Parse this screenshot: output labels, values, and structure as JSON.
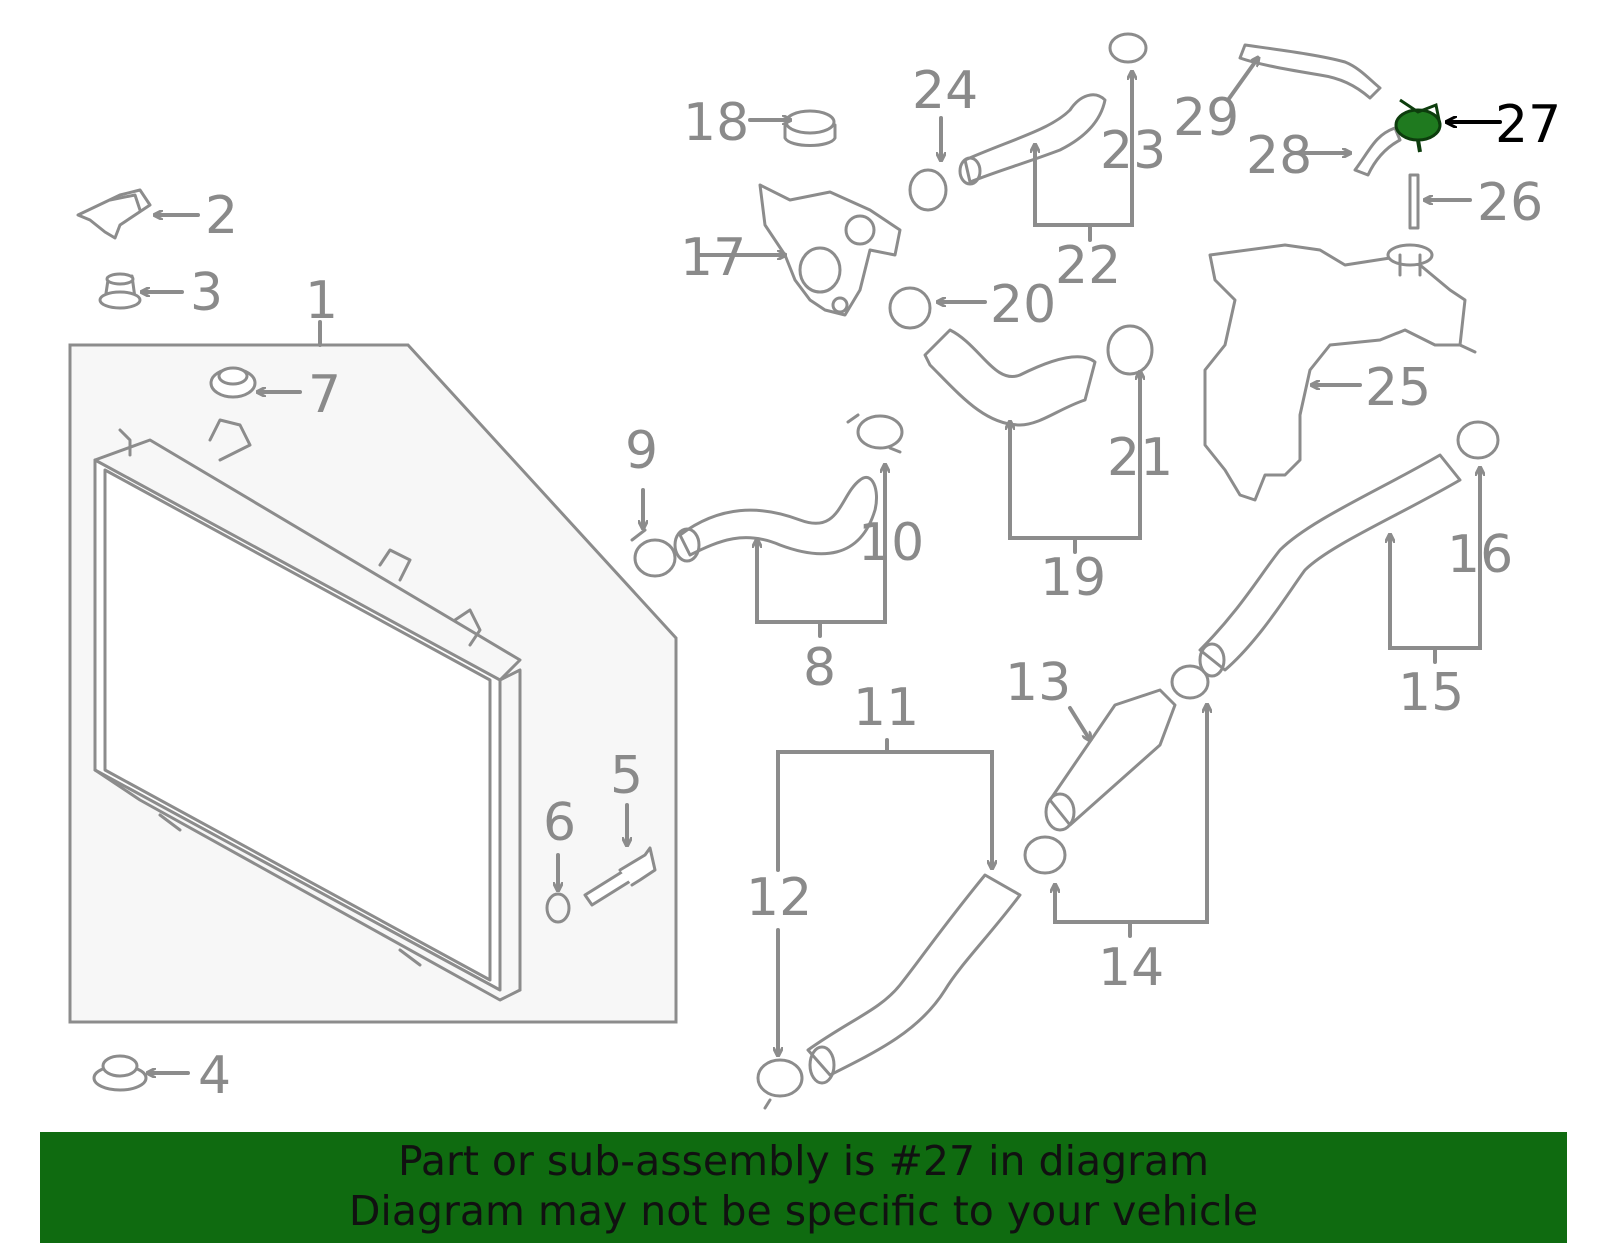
{
  "diagram": {
    "highlighted_part": "27",
    "callouts": [
      "1",
      "2",
      "3",
      "4",
      "5",
      "6",
      "7",
      "8",
      "9",
      "10",
      "11",
      "12",
      "13",
      "14",
      "15",
      "16",
      "17",
      "18",
      "19",
      "20",
      "21",
      "22",
      "23",
      "24",
      "25",
      "26",
      "27",
      "28",
      "29"
    ],
    "colors": {
      "highlight": "#1f7a1f",
      "banner_bg": "#0f6b10",
      "line": "#8c8c8c",
      "label": "#8a8a8a"
    }
  },
  "banner": {
    "line1": "Part or sub-assembly is #27 in diagram",
    "line2": "Diagram may not be specific to your vehicle"
  }
}
